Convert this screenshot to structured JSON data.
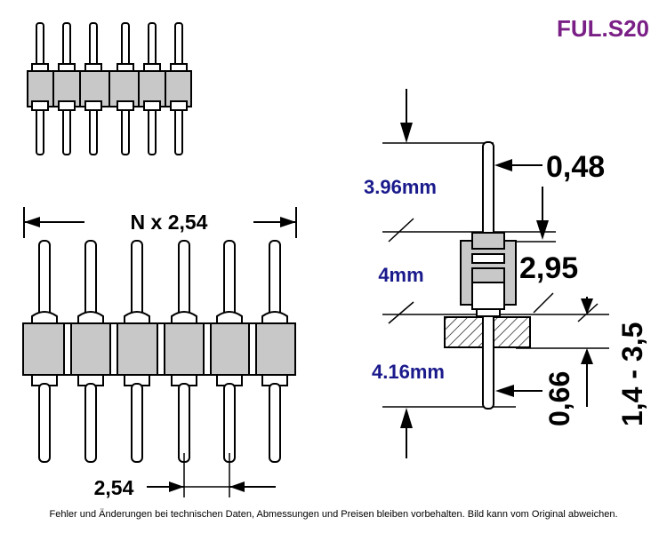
{
  "product_code": "FUL.S20",
  "colors": {
    "code": "#7a1f86",
    "measure": "#1a1a8c",
    "body": "#c8c8c8",
    "line": "#000000"
  },
  "front_view": {
    "width_label": "N x 2,54",
    "pitch_label": "2,54"
  },
  "side_view": {
    "pin_diameter": "0,48",
    "upper_length": "3.96mm",
    "body_length": "4mm",
    "body_width": "2,95",
    "lower_length": "4.16mm",
    "lower_diameter": "0,66",
    "pcb_thickness": "1,4 - 3,5"
  },
  "footer": "Fehler und Änderungen bei technischen Daten, Abmessungen und Preisen bleiben vorbehalten. Bild kann vom Original abweichen."
}
